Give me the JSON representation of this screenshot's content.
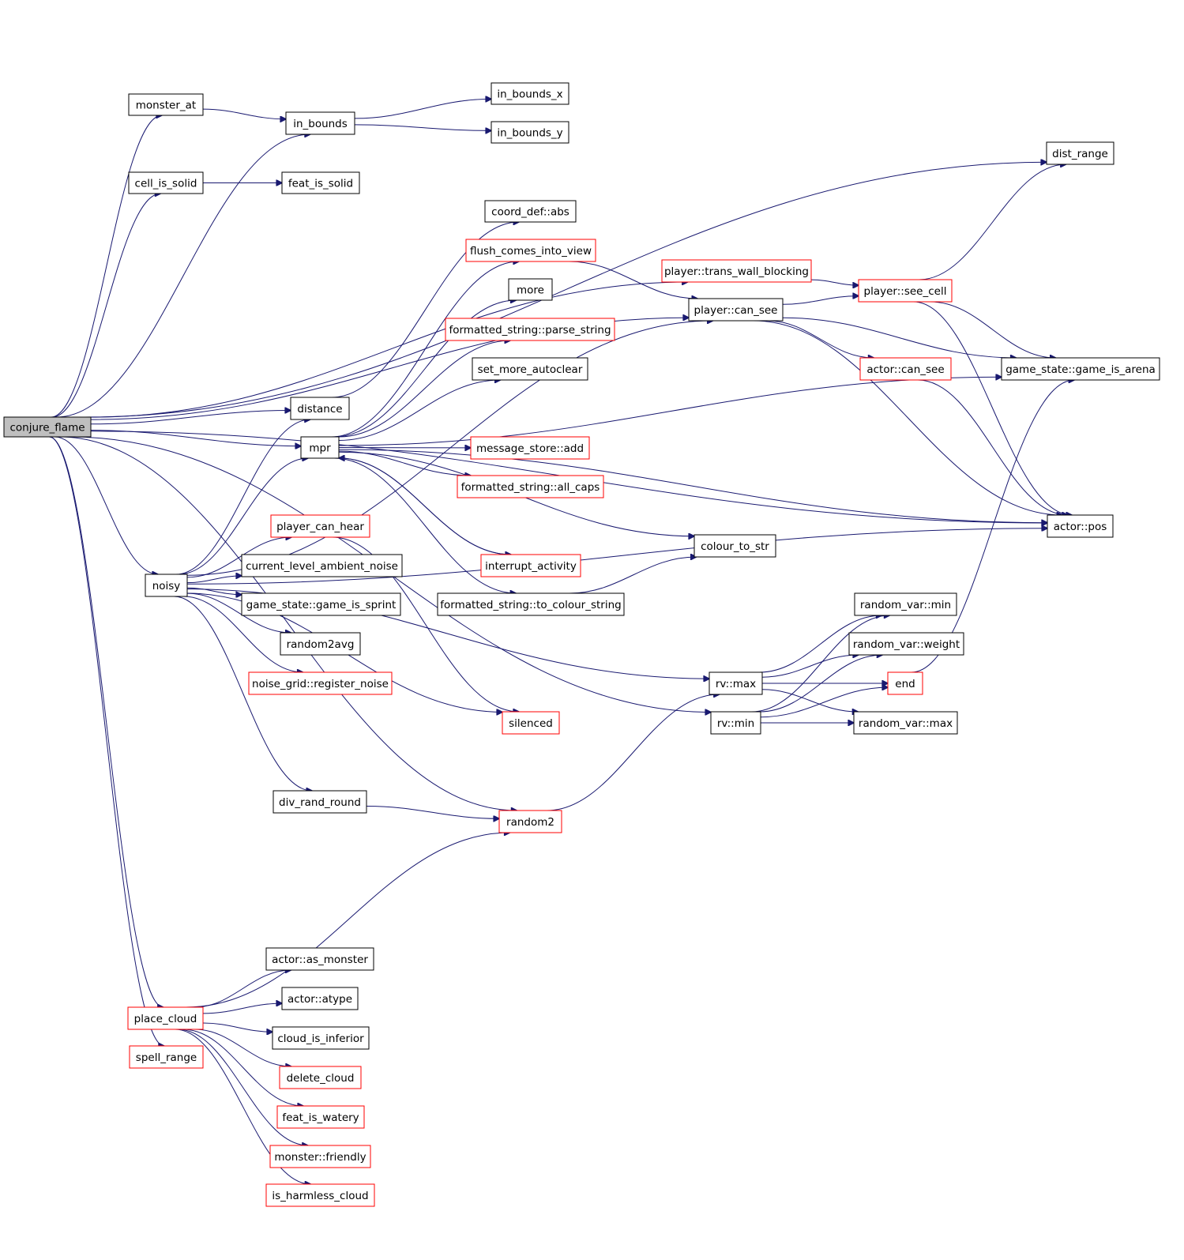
{
  "colors": {
    "edge": "#191970",
    "border_default": "#000000",
    "border_truncated": "#ff0000",
    "root_fill": "#bfbfbf"
  },
  "graph": {
    "root": "conjure_flame",
    "nodes": [
      {
        "id": "conjure_flame",
        "label": "conjure_flame",
        "style": "root"
      },
      {
        "id": "monster_at",
        "label": "monster_at",
        "style": "normal"
      },
      {
        "id": "in_bounds",
        "label": "in_bounds",
        "style": "normal"
      },
      {
        "id": "in_bounds_x",
        "label": "in_bounds_x",
        "style": "normal"
      },
      {
        "id": "in_bounds_y",
        "label": "in_bounds_y",
        "style": "normal"
      },
      {
        "id": "cell_is_solid",
        "label": "cell_is_solid",
        "style": "normal"
      },
      {
        "id": "feat_is_solid",
        "label": "feat_is_solid",
        "style": "normal"
      },
      {
        "id": "coord_def_abs",
        "label": "coord_def::abs",
        "style": "normal"
      },
      {
        "id": "flush_comes_into_view",
        "label": "flush_comes_into_view",
        "style": "red"
      },
      {
        "id": "more",
        "label": "more",
        "style": "normal"
      },
      {
        "id": "parse_string",
        "label": "formatted_string::parse_string",
        "style": "red"
      },
      {
        "id": "set_more_autoclear",
        "label": "set_more_autoclear",
        "style": "normal"
      },
      {
        "id": "distance",
        "label": "distance",
        "style": "normal"
      },
      {
        "id": "mpr",
        "label": "mpr",
        "style": "normal"
      },
      {
        "id": "message_store_add",
        "label": "message_store::add",
        "style": "red"
      },
      {
        "id": "all_caps",
        "label": "formatted_string::all_caps",
        "style": "red"
      },
      {
        "id": "player_can_hear",
        "label": "player_can_hear",
        "style": "red"
      },
      {
        "id": "current_level_ambient_noise",
        "label": "current_level_ambient_noise",
        "style": "normal"
      },
      {
        "id": "game_is_sprint",
        "label": "game_state::game_is_sprint",
        "style": "normal"
      },
      {
        "id": "random2avg",
        "label": "random2avg",
        "style": "normal"
      },
      {
        "id": "register_noise",
        "label": "noise_grid::register_noise",
        "style": "red"
      },
      {
        "id": "noisy",
        "label": "noisy",
        "style": "normal"
      },
      {
        "id": "silenced",
        "label": "silenced",
        "style": "red"
      },
      {
        "id": "div_rand_round",
        "label": "div_rand_round",
        "style": "normal"
      },
      {
        "id": "random2",
        "label": "random2",
        "style": "red"
      },
      {
        "id": "interrupt_activity",
        "label": "interrupt_activity",
        "style": "red"
      },
      {
        "id": "to_colour_string",
        "label": "formatted_string::to_colour_string",
        "style": "normal"
      },
      {
        "id": "colour_to_str",
        "label": "colour_to_str",
        "style": "normal"
      },
      {
        "id": "trans_wall_blocking",
        "label": "player::trans_wall_blocking",
        "style": "red"
      },
      {
        "id": "player_can_see",
        "label": "player::can_see",
        "style": "normal"
      },
      {
        "id": "see_cell",
        "label": "player::see_cell",
        "style": "red"
      },
      {
        "id": "actor_can_see",
        "label": "actor::can_see",
        "style": "red"
      },
      {
        "id": "dist_range",
        "label": "dist_range",
        "style": "normal"
      },
      {
        "id": "game_is_arena",
        "label": "game_state::game_is_arena",
        "style": "normal"
      },
      {
        "id": "actor_pos",
        "label": "actor::pos",
        "style": "normal"
      },
      {
        "id": "random_var_min",
        "label": "random_var::min",
        "style": "normal"
      },
      {
        "id": "random_var_weight",
        "label": "random_var::weight",
        "style": "normal"
      },
      {
        "id": "end",
        "label": "end",
        "style": "red"
      },
      {
        "id": "random_var_max",
        "label": "random_var::max",
        "style": "normal"
      },
      {
        "id": "rv_max",
        "label": "rv::max",
        "style": "normal"
      },
      {
        "id": "rv_min",
        "label": "rv::min",
        "style": "normal"
      },
      {
        "id": "actor_as_monster",
        "label": "actor::as_monster",
        "style": "normal"
      },
      {
        "id": "actor_atype",
        "label": "actor::atype",
        "style": "normal"
      },
      {
        "id": "place_cloud",
        "label": "place_cloud",
        "style": "red"
      },
      {
        "id": "cloud_is_inferior",
        "label": "cloud_is_inferior",
        "style": "normal"
      },
      {
        "id": "spell_range",
        "label": "spell_range",
        "style": "red"
      },
      {
        "id": "delete_cloud",
        "label": "delete_cloud",
        "style": "red"
      },
      {
        "id": "feat_is_watery",
        "label": "feat_is_watery",
        "style": "red"
      },
      {
        "id": "monster_friendly",
        "label": "monster::friendly",
        "style": "red"
      },
      {
        "id": "is_harmless_cloud",
        "label": "is_harmless_cloud",
        "style": "red"
      }
    ],
    "edges": [
      [
        "conjure_flame",
        "monster_at"
      ],
      [
        "conjure_flame",
        "in_bounds"
      ],
      [
        "conjure_flame",
        "cell_is_solid"
      ],
      [
        "conjure_flame",
        "dist_range"
      ],
      [
        "conjure_flame",
        "trans_wall_blocking"
      ],
      [
        "conjure_flame",
        "player_can_see"
      ],
      [
        "conjure_flame",
        "distance"
      ],
      [
        "conjure_flame",
        "mpr"
      ],
      [
        "conjure_flame",
        "noisy"
      ],
      [
        "conjure_flame",
        "random2"
      ],
      [
        "conjure_flame",
        "rv_min"
      ],
      [
        "conjure_flame",
        "place_cloud"
      ],
      [
        "conjure_flame",
        "spell_range"
      ],
      [
        "conjure_flame",
        "actor_pos"
      ],
      [
        "monster_at",
        "in_bounds"
      ],
      [
        "in_bounds",
        "in_bounds_x"
      ],
      [
        "in_bounds",
        "in_bounds_y"
      ],
      [
        "cell_is_solid",
        "feat_is_solid"
      ],
      [
        "distance",
        "coord_def_abs"
      ],
      [
        "mpr",
        "flush_comes_into_view"
      ],
      [
        "mpr",
        "more"
      ],
      [
        "mpr",
        "parse_string"
      ],
      [
        "mpr",
        "set_more_autoclear"
      ],
      [
        "mpr",
        "message_store_add"
      ],
      [
        "mpr",
        "all_caps"
      ],
      [
        "mpr",
        "colour_to_str"
      ],
      [
        "mpr",
        "interrupt_activity"
      ],
      [
        "mpr",
        "to_colour_string"
      ],
      [
        "mpr",
        "game_is_arena"
      ],
      [
        "mpr",
        "actor_pos"
      ],
      [
        "flush_comes_into_view",
        "player_can_see"
      ],
      [
        "interrupt_activity",
        "mpr"
      ],
      [
        "to_colour_string",
        "colour_to_str"
      ],
      [
        "noisy",
        "distance"
      ],
      [
        "noisy",
        "mpr"
      ],
      [
        "noisy",
        "player_can_hear"
      ],
      [
        "noisy",
        "current_level_ambient_noise"
      ],
      [
        "noisy",
        "game_is_sprint"
      ],
      [
        "noisy",
        "random2avg"
      ],
      [
        "noisy",
        "register_noise"
      ],
      [
        "noisy",
        "silenced"
      ],
      [
        "noisy",
        "div_rand_round"
      ],
      [
        "noisy",
        "player_can_see"
      ],
      [
        "noisy",
        "rv_max"
      ],
      [
        "noisy",
        "actor_pos"
      ],
      [
        "player_can_hear",
        "silenced"
      ],
      [
        "div_rand_round",
        "random2"
      ],
      [
        "random2",
        "rv_max"
      ],
      [
        "trans_wall_blocking",
        "see_cell"
      ],
      [
        "player_can_see",
        "see_cell"
      ],
      [
        "player_can_see",
        "actor_can_see"
      ],
      [
        "player_can_see",
        "game_is_arena"
      ],
      [
        "player_can_see",
        "actor_pos"
      ],
      [
        "see_cell",
        "dist_range"
      ],
      [
        "see_cell",
        "game_is_arena"
      ],
      [
        "see_cell",
        "actor_pos"
      ],
      [
        "actor_can_see",
        "actor_pos"
      ],
      [
        "rv_max",
        "random_var_min"
      ],
      [
        "rv_max",
        "random_var_weight"
      ],
      [
        "rv_max",
        "end"
      ],
      [
        "rv_max",
        "random_var_max"
      ],
      [
        "rv_min",
        "random_var_min"
      ],
      [
        "rv_min",
        "random_var_weight"
      ],
      [
        "rv_min",
        "end"
      ],
      [
        "rv_min",
        "random_var_max"
      ],
      [
        "end",
        "game_is_arena"
      ],
      [
        "place_cloud",
        "random2"
      ],
      [
        "place_cloud",
        "actor_as_monster"
      ],
      [
        "place_cloud",
        "actor_atype"
      ],
      [
        "place_cloud",
        "cloud_is_inferior"
      ],
      [
        "place_cloud",
        "delete_cloud"
      ],
      [
        "place_cloud",
        "feat_is_watery"
      ],
      [
        "place_cloud",
        "monster_friendly"
      ],
      [
        "place_cloud",
        "is_harmless_cloud"
      ]
    ]
  }
}
